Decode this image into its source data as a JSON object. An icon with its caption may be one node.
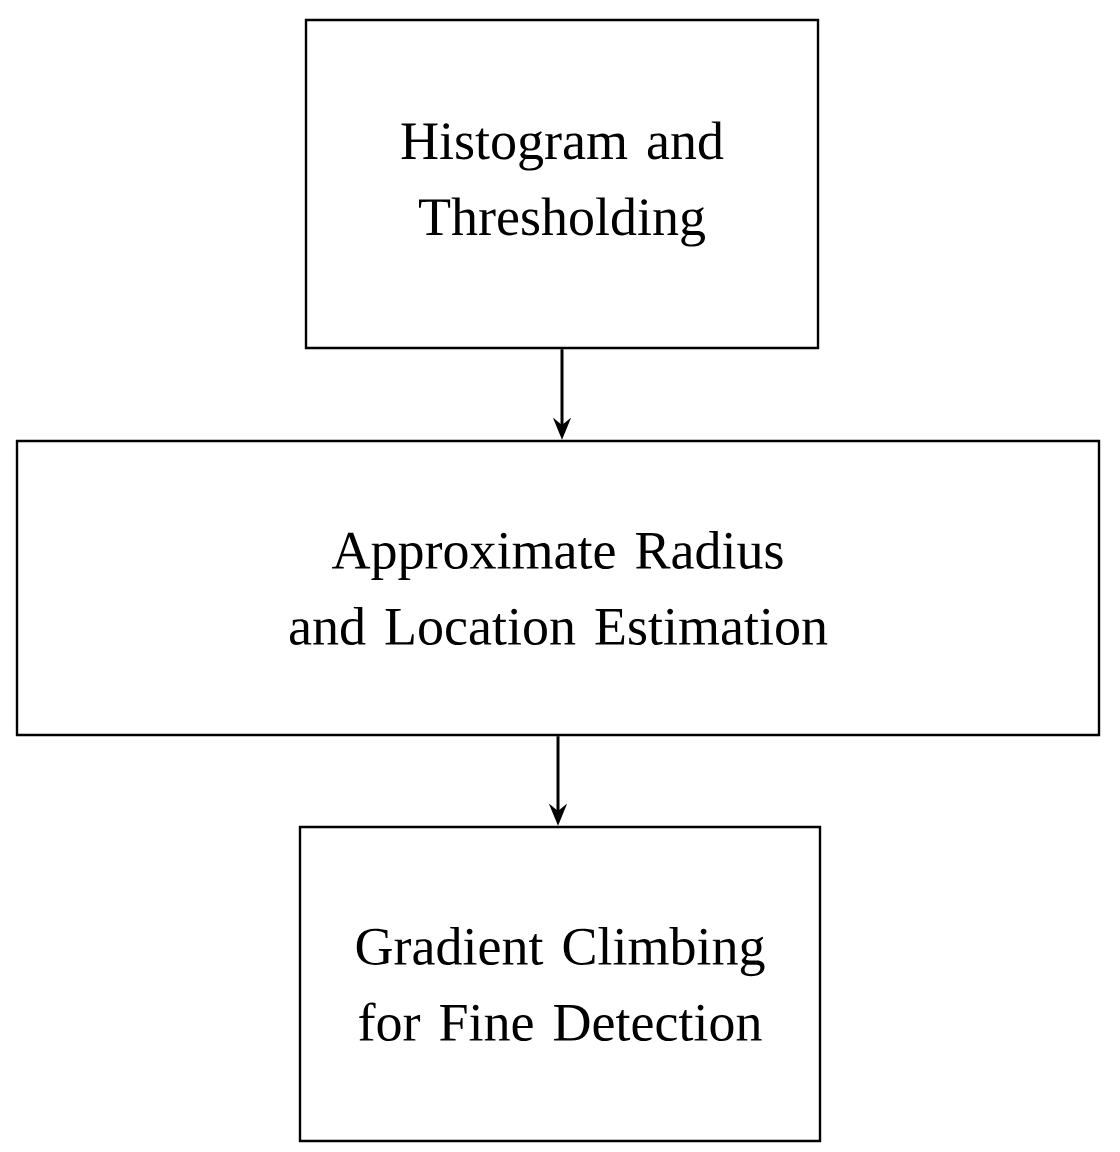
{
  "diagram": {
    "nodes": [
      {
        "text": [
          "Histogram and Thresholding"
        ]
      },
      {
        "text": [
          "Approximate Radius and Location Estimation"
        ]
      },
      {
        "text": [
          "Gradient Climbing for Fine Detection"
        ]
      }
    ],
    "edges": [
      {
        "from": 0,
        "to": 1,
        "arrow": "to"
      },
      {
        "from": 1,
        "to": 2,
        "arrow": "to"
      }
    ]
  }
}
